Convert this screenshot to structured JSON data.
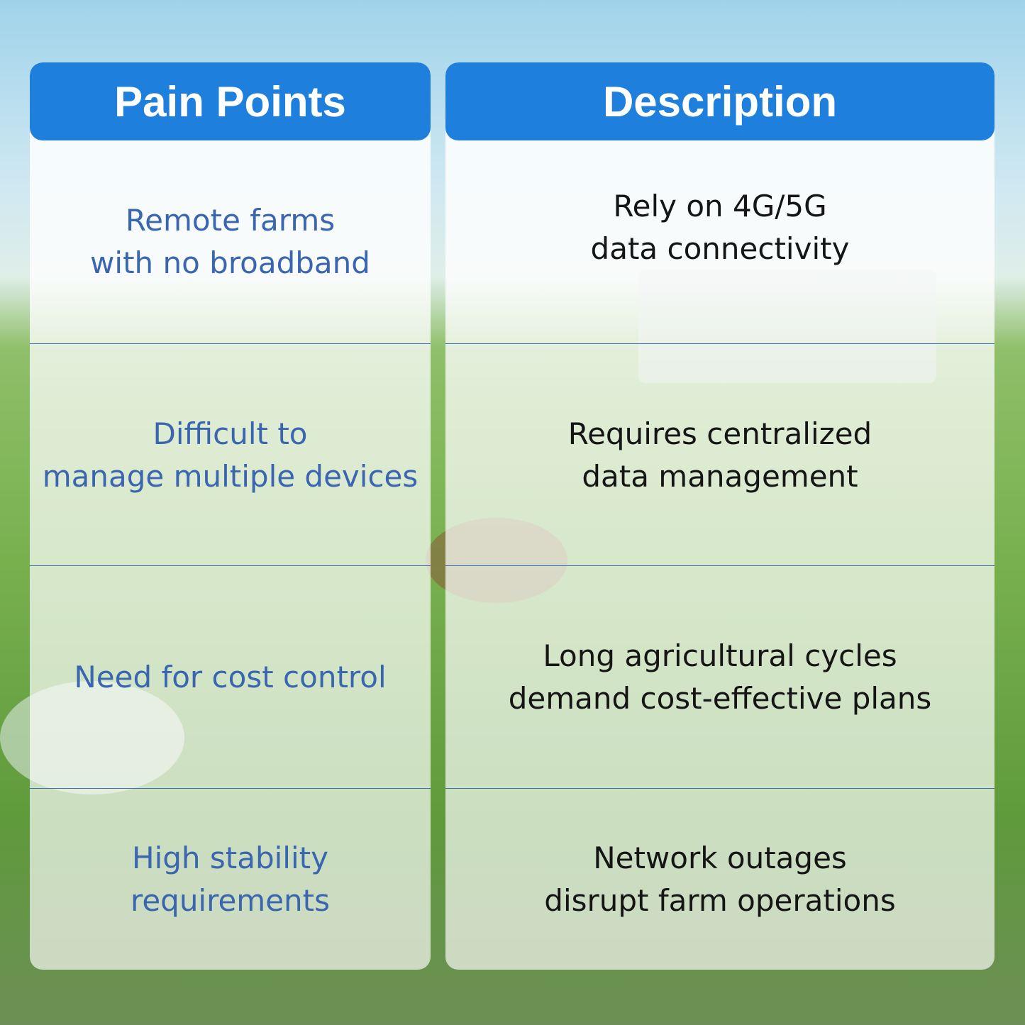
{
  "headers": {
    "pain_points": "Pain Points",
    "description": "Description"
  },
  "rows": [
    {
      "pain": "Remote farms\nwith no broadband",
      "description": "Rely on 4G/5G\ndata connectivity"
    },
    {
      "pain": "Difficult to\nmanage multiple devices",
      "description": "Requires centralized\ndata management"
    },
    {
      "pain": "Need for cost control",
      "description": "Long agricultural cycles\ndemand cost-effective plans"
    },
    {
      "pain": "High stability\nrequirements",
      "description": "Network outages\ndisrupt farm operations"
    }
  ],
  "colors": {
    "header": "#1f7fdc",
    "pain_text": "#3a66b0",
    "description_text": "#151515"
  }
}
